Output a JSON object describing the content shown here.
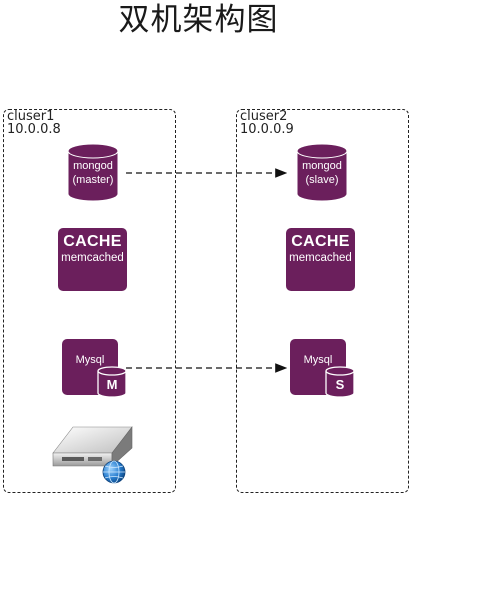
{
  "title": "双机架构图",
  "clusters": [
    {
      "name": "cluser1",
      "ip": "10.0.0.8"
    },
    {
      "name": "cluser2",
      "ip": "10.0.0.9"
    }
  ],
  "mongo": [
    {
      "line1": "mongod",
      "line2": "(master)"
    },
    {
      "line1": "mongod",
      "line2": "(slave)"
    }
  ],
  "cache": {
    "title": "CACHE",
    "subtitle": "memcached"
  },
  "mysql": [
    {
      "label": "Mysql",
      "badge": "M"
    },
    {
      "label": "Mysql",
      "badge": "S"
    }
  ],
  "colors": {
    "node_fill": "#6b1f5c",
    "line": "#111111"
  },
  "icons": [
    "database-cylinder-icon",
    "server-icon",
    "globe-icon"
  ]
}
